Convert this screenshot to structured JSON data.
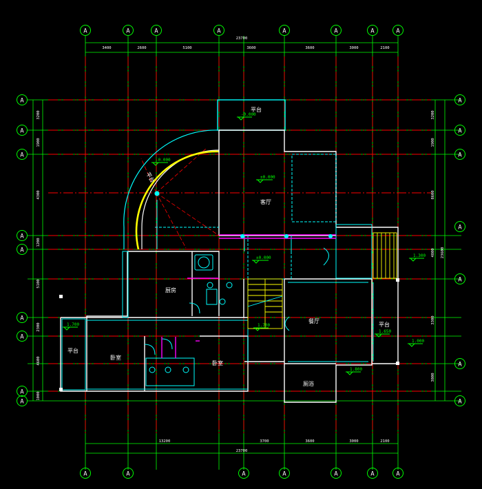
{
  "grid_bubble_letter": "A",
  "dimensions": {
    "top_segments": [
      "3400",
      "2600",
      "5100",
      "3600",
      "3600",
      "3000",
      "2100"
    ],
    "top_total": "23700",
    "bottom_segments": [
      "13200",
      "3700",
      "3600",
      "3000",
      "2100"
    ],
    "bottom_total": "23700",
    "left_segments": [
      "3200",
      "1900",
      "4300",
      "1200",
      "5100",
      "2300",
      "4600",
      "1000"
    ],
    "right_segments": [
      "3200",
      "1900",
      "8600",
      "4800",
      "3300",
      "3800"
    ],
    "right_total": "23600"
  },
  "levels": {
    "top_balcony": "-0.000",
    "arc_terrace": "-0.000",
    "living_room": "±0.000",
    "hall": "±0.000",
    "east_stair": "1.300",
    "west_platform": "1.700",
    "central_stair": "1.700",
    "east_balcony": "1.650",
    "east_outside": "1.000",
    "small_room": "1.800"
  },
  "rooms": {
    "top_balcony": "平台",
    "arc_terrace": "平台",
    "living_room": "客厅",
    "kitchen": "厨房",
    "dining_room": "餐厅",
    "west_platform": "平台",
    "bedroom_left": "卧室",
    "bedroom_right": "卧室",
    "east_platform": "平台",
    "bath": "厕浴"
  },
  "colors": {
    "background": "#000000",
    "grid_line": "#00ff00",
    "axis_line": "#ff0000",
    "wall": "#ffffff",
    "detail": "#00ffff",
    "arc_stair": "#ffff00",
    "fixture": "#ff00ff",
    "text": "#ffffff"
  }
}
